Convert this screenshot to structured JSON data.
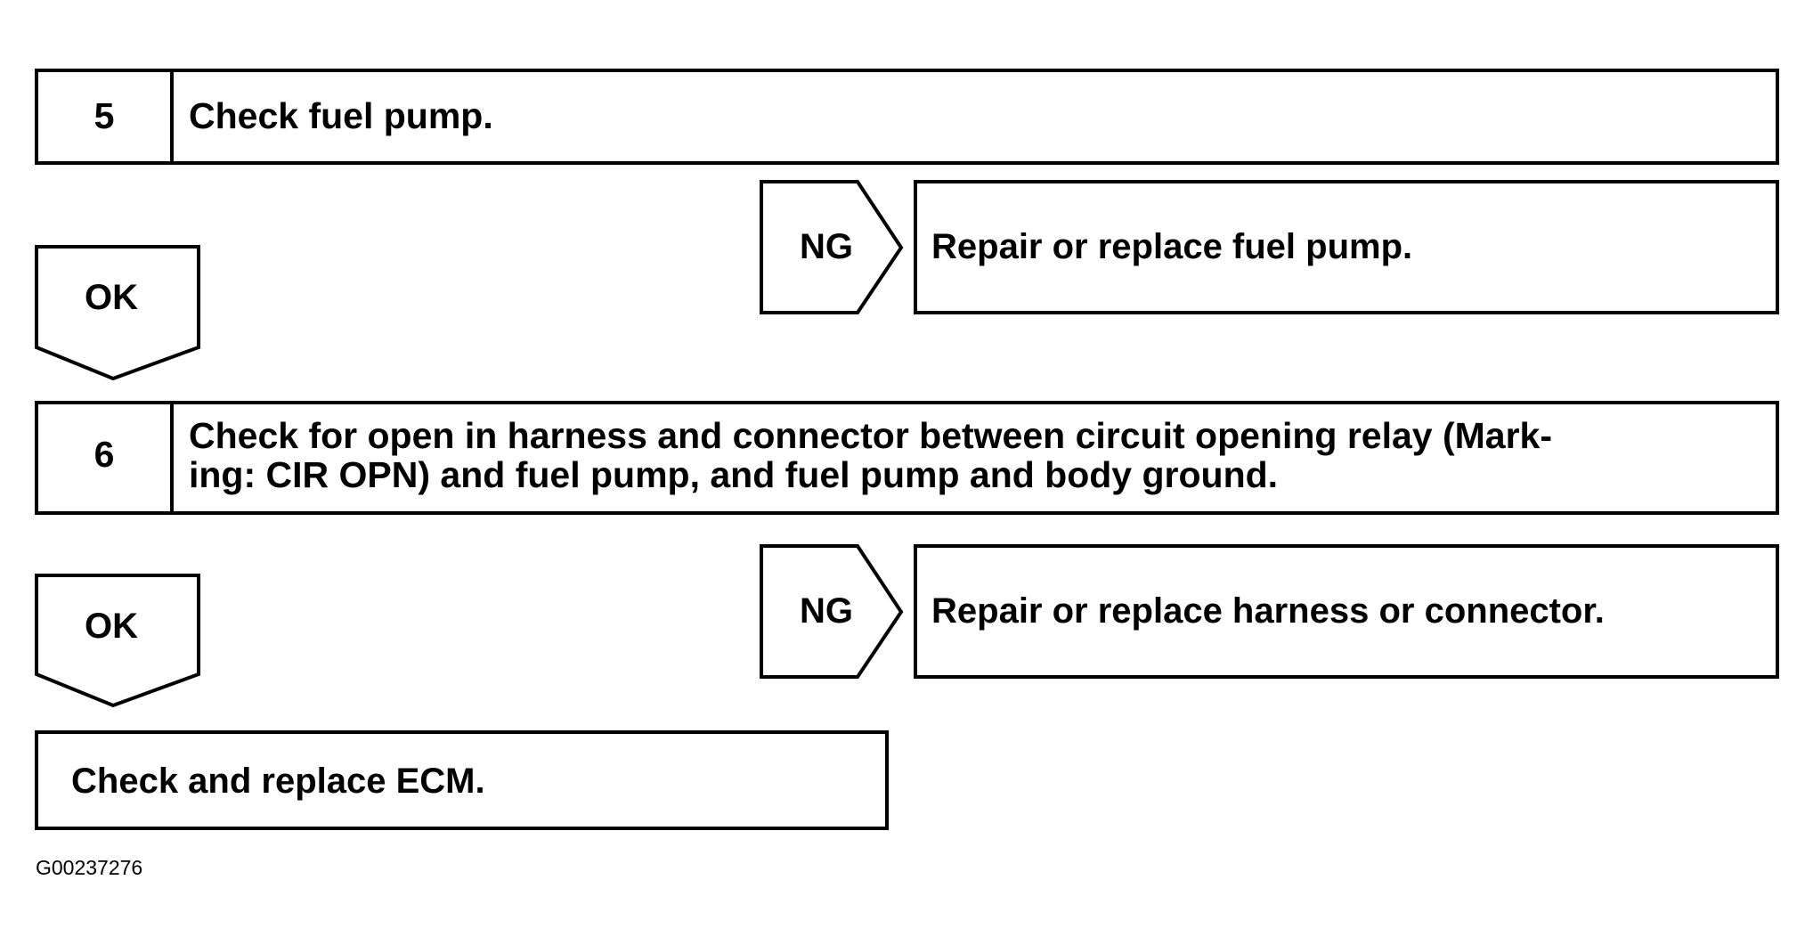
{
  "steps": [
    {
      "number": "5",
      "text": "Check fuel pump."
    },
    {
      "number": "6",
      "line1": "Check for open in harness and connector between circuit opening relay (Mark-",
      "line2": "ing: CIR OPN) and fuel pump, and fuel pump and body ground."
    }
  ],
  "branches": [
    {
      "ng_label": "NG",
      "ng_action": "Repair or replace fuel pump.",
      "ok_label": "OK"
    },
    {
      "ng_label": "NG",
      "ng_action": "Repair or replace harness or connector.",
      "ok_label": "OK"
    }
  ],
  "final_action": "Check and replace ECM.",
  "figure_id": "G00237276"
}
